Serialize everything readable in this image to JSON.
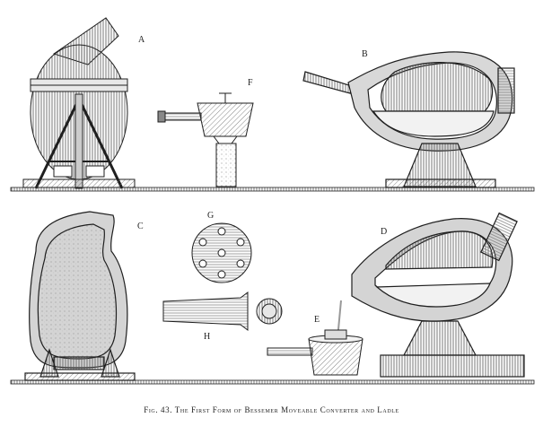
{
  "labels": {
    "a": "A",
    "b": "B",
    "c": "C",
    "d": "D",
    "e": "E",
    "f": "F",
    "g": "G",
    "h": "H"
  },
  "caption": "Fig. 43. The First Form of Bessemer Moveable Converter and Ladle",
  "colors": {
    "ink": "#1f1f1f",
    "paper": "#ffffff",
    "hatch": "#9a9a9a",
    "lining": "#e4e4e4",
    "molten": "#f2f2f2"
  }
}
